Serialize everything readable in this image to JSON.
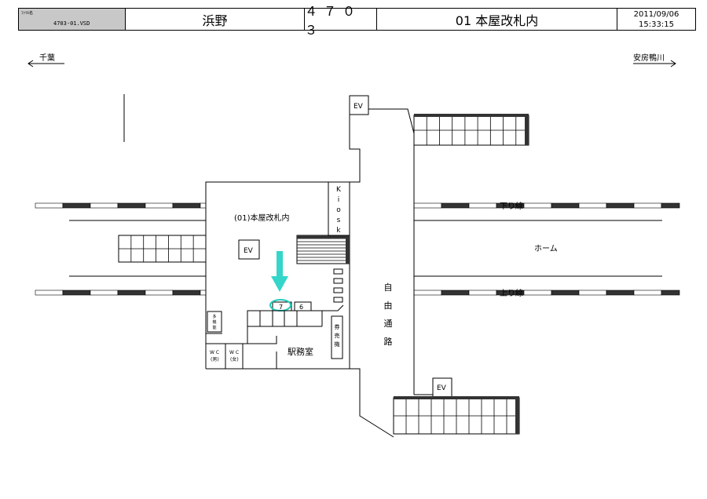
{
  "header": {
    "file_label": "ﾌｧｲﾙ名",
    "file_name": "4703-01.VSD",
    "station": "浜野",
    "code": "４７０３",
    "location": "01 本屋改札内",
    "date": "2011/09/06",
    "time": "15:33:15"
  },
  "directions": {
    "left": "千葉",
    "right": "安房鴨川"
  },
  "labels": {
    "area": "(01)本屋改札内",
    "ev": "EV",
    "kiosk": [
      "K",
      "i",
      "o",
      "s",
      "k"
    ],
    "down_line": "下り線",
    "up_line": "上り線",
    "platform": "ホーム",
    "free_passage": [
      "自",
      "由",
      "通",
      "路"
    ],
    "ticket_machine": [
      "券",
      "売",
      "機"
    ],
    "station_office": "駅務室",
    "multi_toilet": [
      "多",
      "機",
      "能"
    ],
    "wc": "W C",
    "wc_male": "(男)",
    "wc_female": "(女)",
    "gate_7": "7",
    "gate_6": "6"
  },
  "colors": {
    "arrow": "#33d6c8",
    "highlight": "#22ccbb",
    "rail_dark": "#333333",
    "file_cell": "#c8c8c8"
  }
}
